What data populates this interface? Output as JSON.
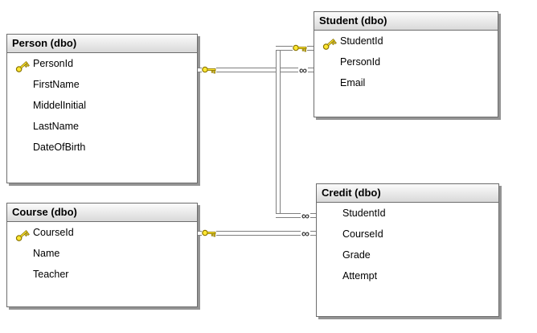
{
  "tables": {
    "person": {
      "title": "Person (dbo)",
      "columns": [
        "PersonId",
        "FirstName",
        "MiddelInitial",
        "LastName",
        "DateOfBirth"
      ],
      "primary_key": "PersonId"
    },
    "student": {
      "title": "Student (dbo)",
      "columns": [
        "StudentId",
        "PersonId",
        "Email"
      ],
      "primary_key": "StudentId"
    },
    "course": {
      "title": "Course (dbo)",
      "columns": [
        "CourseId",
        "Name",
        "Teacher"
      ],
      "primary_key": "CourseId"
    },
    "credit": {
      "title": "Credit (dbo)",
      "columns": [
        "StudentId",
        "CourseId",
        "Grade",
        "Attempt"
      ],
      "primary_key": null
    }
  },
  "relationships": [
    {
      "one_side": "Person",
      "many_side": "Student",
      "one_symbol": "key",
      "many_symbol": "infinity"
    },
    {
      "one_side": "Student",
      "many_side": "Credit",
      "one_symbol": "key",
      "many_symbol": "infinity"
    },
    {
      "one_side": "Course",
      "many_side": "Credit",
      "one_symbol": "key",
      "many_symbol": "infinity"
    }
  ],
  "icons": {
    "infinity": "∞",
    "primary_key": "key-icon"
  },
  "colors": {
    "key_fill": "#ffe733",
    "key_outline": "#8a7400",
    "table_border": "#6d6d6d",
    "connector": "#7f7f7f",
    "header_bg": "#e4e4e4"
  }
}
